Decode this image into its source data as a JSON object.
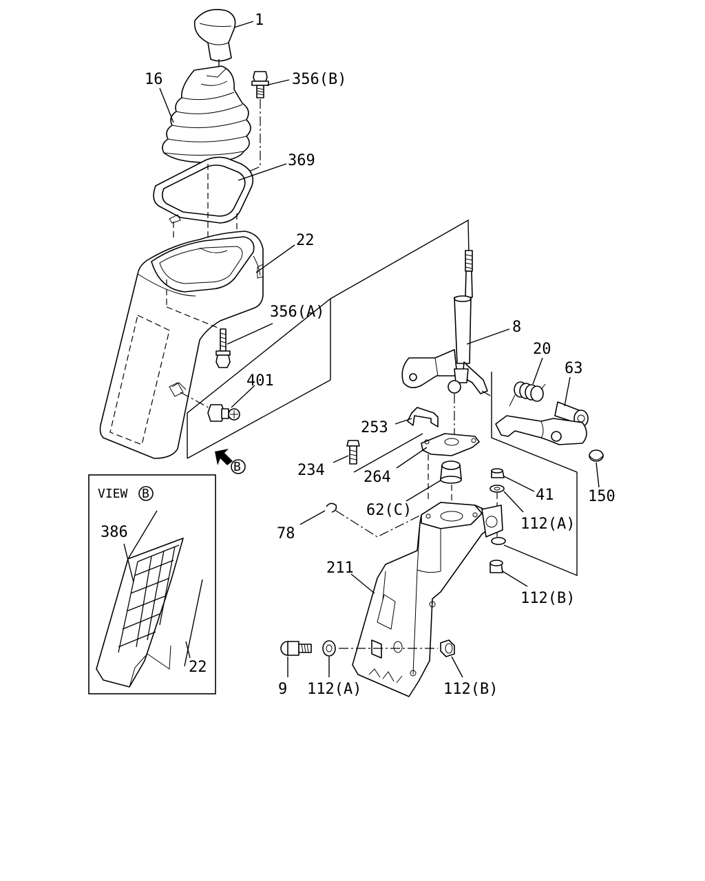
{
  "labels": {
    "knob": "1",
    "boot": "16",
    "bolt_b_top": "356(B)",
    "frame_369": "369",
    "console_22": "22",
    "bolt_a": "356(A)",
    "clip_401": "401",
    "lever_8": "8",
    "spring_20": "20",
    "pin_63": "63",
    "plate_253": "253",
    "bolt_234": "234",
    "plate_264": "264",
    "bushing_62c": "62(C)",
    "nut_41": "41",
    "washer_112a_right": "112(A)",
    "cap_150": "150",
    "ring_78": "78",
    "bracket_211": "211",
    "nut_112b_right": "112(B)",
    "bolt_9": "9",
    "washer_112a_bottom": "112(A)",
    "nut_112b_bottom": "112(B)",
    "view_arrow_b": "B",
    "inset_view_title": "VIEW",
    "inset_view_letter": "B",
    "inset_386": "386",
    "inset_22": "22"
  }
}
